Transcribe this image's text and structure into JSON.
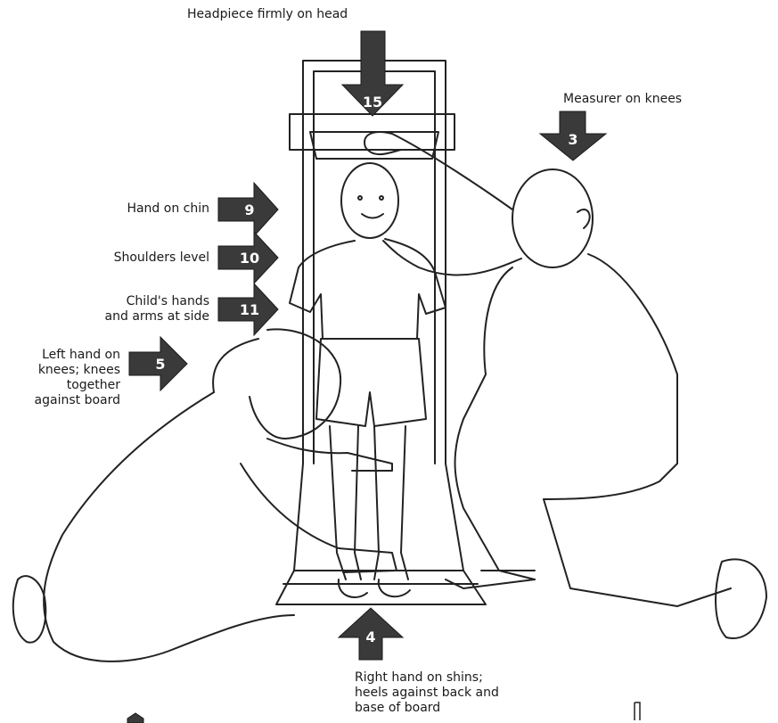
{
  "callouts": {
    "headpiece": {
      "number": "15",
      "text": "Headpiece firmly on head"
    },
    "measurer": {
      "number": "3",
      "text": "Measurer on knees"
    },
    "chin": {
      "number": "9",
      "text": "Hand on chin"
    },
    "shoulders": {
      "number": "10",
      "text": "Shoulders level"
    },
    "arms": {
      "number": "11",
      "line1": "Child's hands",
      "line2": "and arms at side"
    },
    "knees": {
      "number": "5",
      "line1": "Left hand on",
      "line2": "knees; knees",
      "line3": "together",
      "line4": "against board"
    },
    "shins": {
      "number": "4",
      "line1": "Right hand on shins;",
      "line2": "heels against back and",
      "line3": "base of board"
    }
  },
  "colors": {
    "arrow": "#3a3a3a",
    "line": "#222222",
    "background": "#ffffff"
  }
}
